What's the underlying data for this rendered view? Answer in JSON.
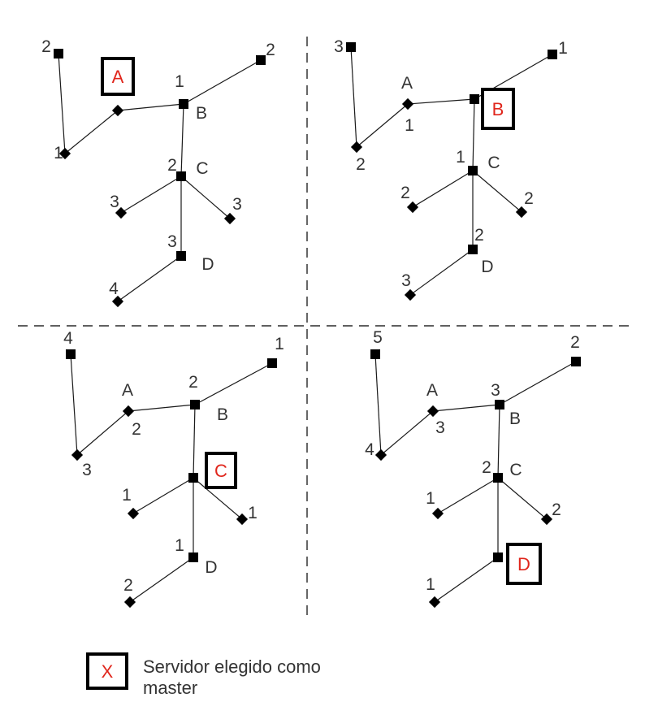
{
  "colors": {
    "line": "#1a1a1a",
    "node": "#000000",
    "master_text": "#e0261c",
    "text": "#333333"
  },
  "panels": [
    {
      "master": "A",
      "server_labels": [
        "A",
        "B",
        "C",
        "D"
      ],
      "distances": [
        "2",
        "1",
        "1",
        "2",
        "2",
        "3",
        "3",
        "3",
        "4"
      ]
    },
    {
      "master": "B",
      "server_labels": [
        "A",
        "B",
        "C",
        "D"
      ],
      "distances": [
        "3",
        "2",
        "1",
        "1",
        "1",
        "2",
        "2",
        "2",
        "3"
      ]
    },
    {
      "master": "C",
      "server_labels": [
        "A",
        "B",
        "C",
        "D"
      ],
      "distances": [
        "4",
        "3",
        "2",
        "1",
        "2",
        "1",
        "1",
        "1",
        "2"
      ]
    },
    {
      "master": "D",
      "server_labels": [
        "A",
        "B",
        "C",
        "D"
      ],
      "distances": [
        "5",
        "4",
        "3",
        "2",
        "3",
        "1",
        "2",
        "2",
        "1"
      ]
    }
  ],
  "legend": {
    "symbol": "X",
    "text_line1": "Servidor elegido como",
    "text_line2": "master"
  }
}
